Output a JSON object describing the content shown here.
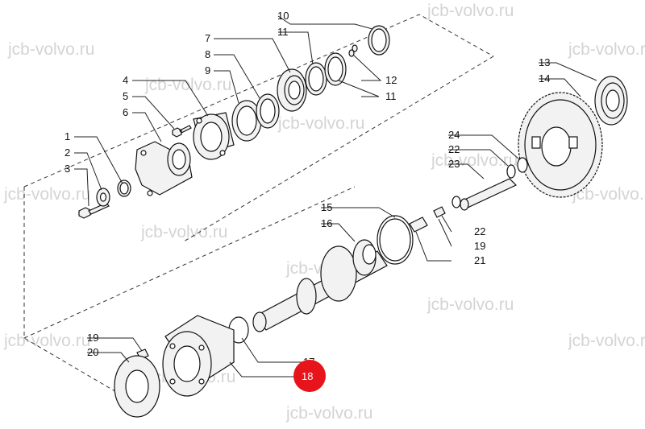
{
  "watermark": "jcb-volvo.ru",
  "highlight_color": "#e8141b",
  "callouts": {
    "c1": "1",
    "c2": "2",
    "c3": "3",
    "c4": "4",
    "c5": "5",
    "c6": "6",
    "c7": "7",
    "c8": "8",
    "c9": "9",
    "c10": "10",
    "c11a": "11",
    "c11b": "11",
    "c12": "12",
    "c13": "13",
    "c14": "14",
    "c15": "15",
    "c16": "16",
    "c17": "17",
    "c18": "18",
    "c19a": "19",
    "c19b": "19",
    "c20": "20",
    "c21": "21",
    "c22a": "22",
    "c22b": "22",
    "c23": "23",
    "c24": "24"
  }
}
